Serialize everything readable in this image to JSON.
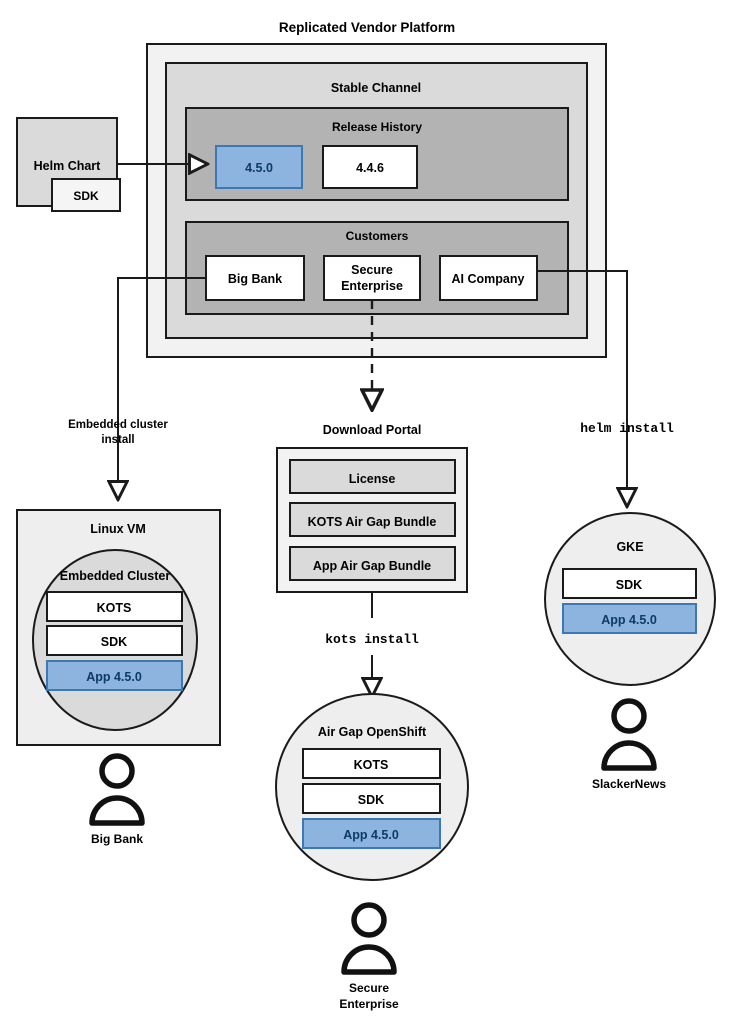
{
  "diagram": {
    "title": "Replicated Vendor Platform",
    "colors": {
      "outer_panel": "#F2F2F2",
      "channel_panel": "#DADADA",
      "inner_panel": "#B3B3B3",
      "app_blue_fill": "#8CB4DE",
      "app_blue_border": "#3C78B4",
      "app_blue_text": "#0d3b66",
      "white_box": "#FFFFFF",
      "light_box": "#EEEEEE",
      "stroke": "#1A1A1A"
    },
    "platform": {
      "label": "Replicated Vendor Platform",
      "channel": {
        "label": "Stable Channel",
        "release_history": {
          "label": "Release History",
          "releases": [
            {
              "label": "4.5.0",
              "highlighted": true
            },
            {
              "label": "4.4.6",
              "highlighted": false
            }
          ]
        },
        "customers": {
          "label": "Customers",
          "items": [
            {
              "label": "Big Bank"
            },
            {
              "label": "Secure\nEnterprise",
              "line1": "Secure",
              "line2": "Enterprise"
            },
            {
              "label": "AI Company"
            }
          ]
        }
      }
    },
    "helm_chart": {
      "label": "Helm Chart",
      "sdk_label": "SDK"
    },
    "edges": [
      {
        "name": "helm-chart-to-release",
        "label": "",
        "style": "solid",
        "arrow": "open"
      },
      {
        "name": "big-bank-to-linux-vm",
        "label": "Embedded cluster install",
        "label_line1": "Embedded cluster",
        "label_line2": "install",
        "style": "solid",
        "arrow": "open"
      },
      {
        "name": "secure-enterprise-to-download-portal",
        "label": "",
        "style": "dashed",
        "arrow": "open"
      },
      {
        "name": "download-portal-to-openshift",
        "label": "kots install",
        "style": "solid",
        "arrow": "open",
        "mono": true
      },
      {
        "name": "ai-company-to-gke",
        "label": "helm install",
        "style": "solid",
        "arrow": "open",
        "mono": true
      }
    ],
    "environments": [
      {
        "name": "linux-vm",
        "title": "Linux VM",
        "shape": "rect",
        "inner": {
          "title": "Embedded Cluster",
          "shape": "circle",
          "components": [
            {
              "label": "KOTS",
              "highlighted": false
            },
            {
              "label": "SDK",
              "highlighted": false
            },
            {
              "label": "App 4.5.0",
              "highlighted": true
            }
          ]
        },
        "customer": "Big Bank"
      },
      {
        "name": "air-gap-openshift",
        "title": "Air Gap OpenShift",
        "shape": "circle",
        "components": [
          {
            "label": "KOTS",
            "highlighted": false
          },
          {
            "label": "SDK",
            "highlighted": false
          },
          {
            "label": "App 4.5.0",
            "highlighted": true
          }
        ],
        "customer_line1": "Secure",
        "customer_line2": "Enterprise"
      },
      {
        "name": "gke",
        "title": "GKE",
        "shape": "circle",
        "components": [
          {
            "label": "SDK",
            "highlighted": false
          },
          {
            "label": "App 4.5.0",
            "highlighted": true
          }
        ],
        "customer": "SlackerNews"
      }
    ],
    "download_portal": {
      "label": "Download Portal",
      "items": [
        {
          "label": "License"
        },
        {
          "label": "KOTS Air Gap Bundle"
        },
        {
          "label": "App Air Gap Bundle"
        }
      ]
    }
  }
}
